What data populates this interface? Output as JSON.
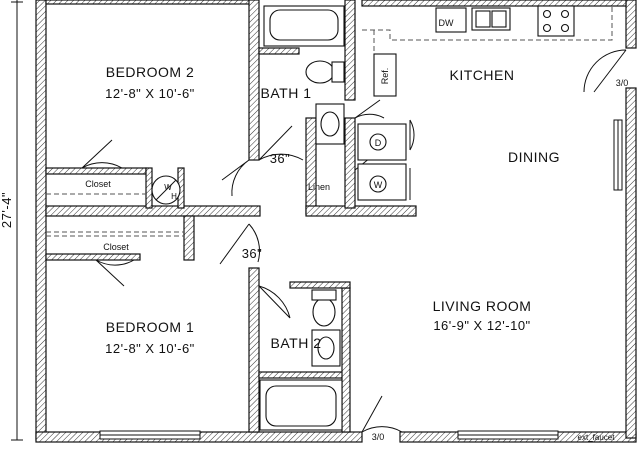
{
  "rooms": {
    "bedroom2": {
      "name": "BEDROOM 2",
      "size": "12'-8\" X 10'-6\""
    },
    "bedroom1": {
      "name": "BEDROOM 1",
      "size": "12'-8\" X 10'-6\""
    },
    "bath1": {
      "name": "BATH 1"
    },
    "bath2": {
      "name": "BATH 2"
    },
    "kitchen": {
      "name": "KITCHEN"
    },
    "dining": {
      "name": "DINING"
    },
    "living": {
      "name": "LIVING ROOM",
      "size": "16'-9\" X 12'-10\""
    }
  },
  "labels": {
    "closet_upper": "Closet",
    "closet_lower": "Closet",
    "water_heater_top": "W",
    "water_heater_bottom": "H",
    "linen": "Linen",
    "ref": "Ref.",
    "dw": "DW",
    "dryer": "D",
    "washer": "W"
  },
  "dimensions": {
    "overall_depth": "27'-4\"",
    "door_bath1": "36\"",
    "door_bed1": "36\"",
    "door_kitchen": "3/0",
    "door_front": "3/0"
  },
  "watermark": "ext_faucet"
}
